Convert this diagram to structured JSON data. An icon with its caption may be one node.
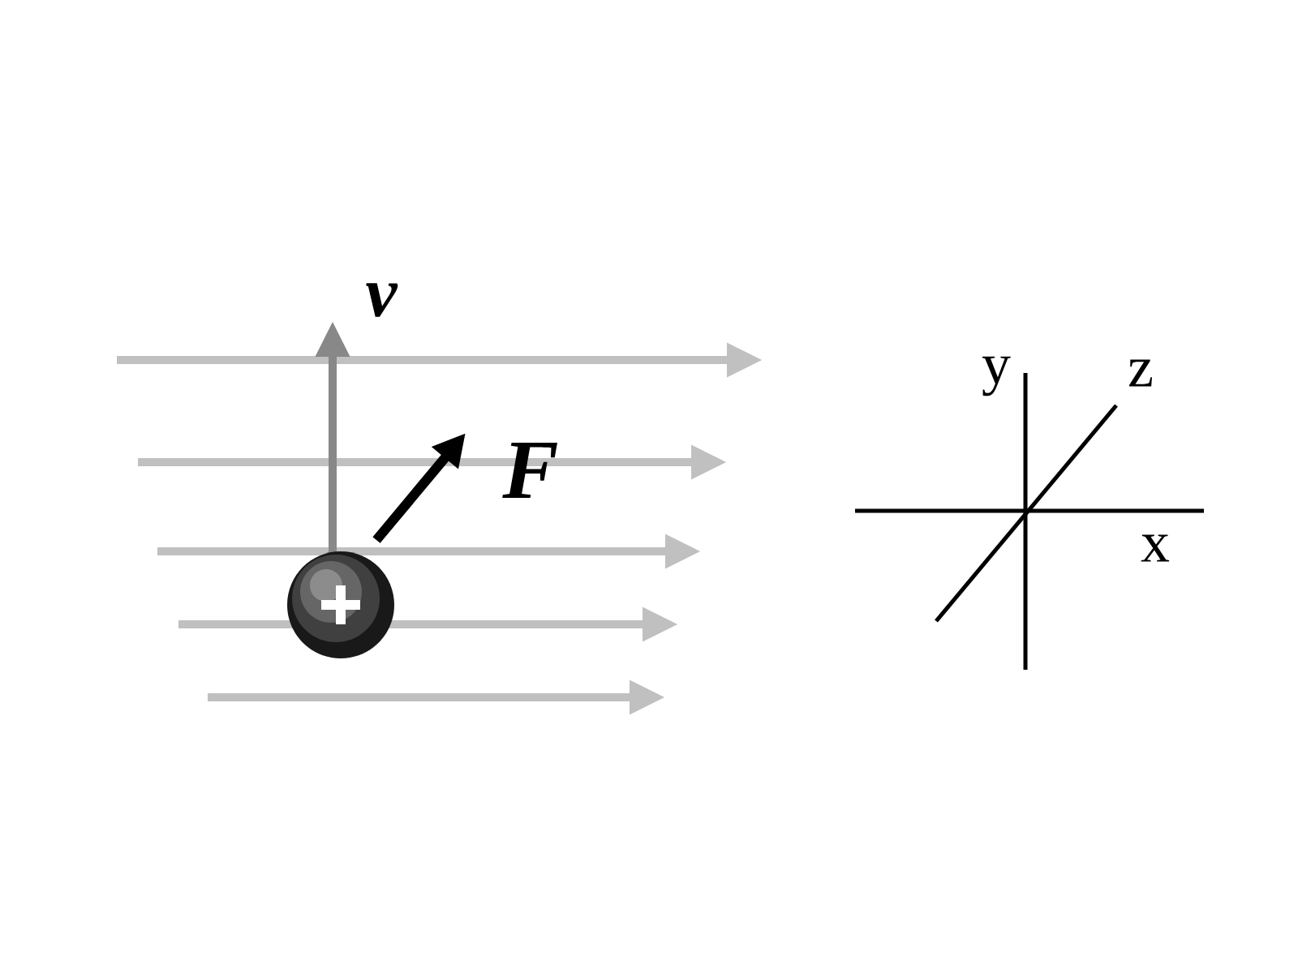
{
  "diagram": {
    "labels": [
      "v",
      "F",
      "y",
      "z",
      "x"
    ]
  }
}
